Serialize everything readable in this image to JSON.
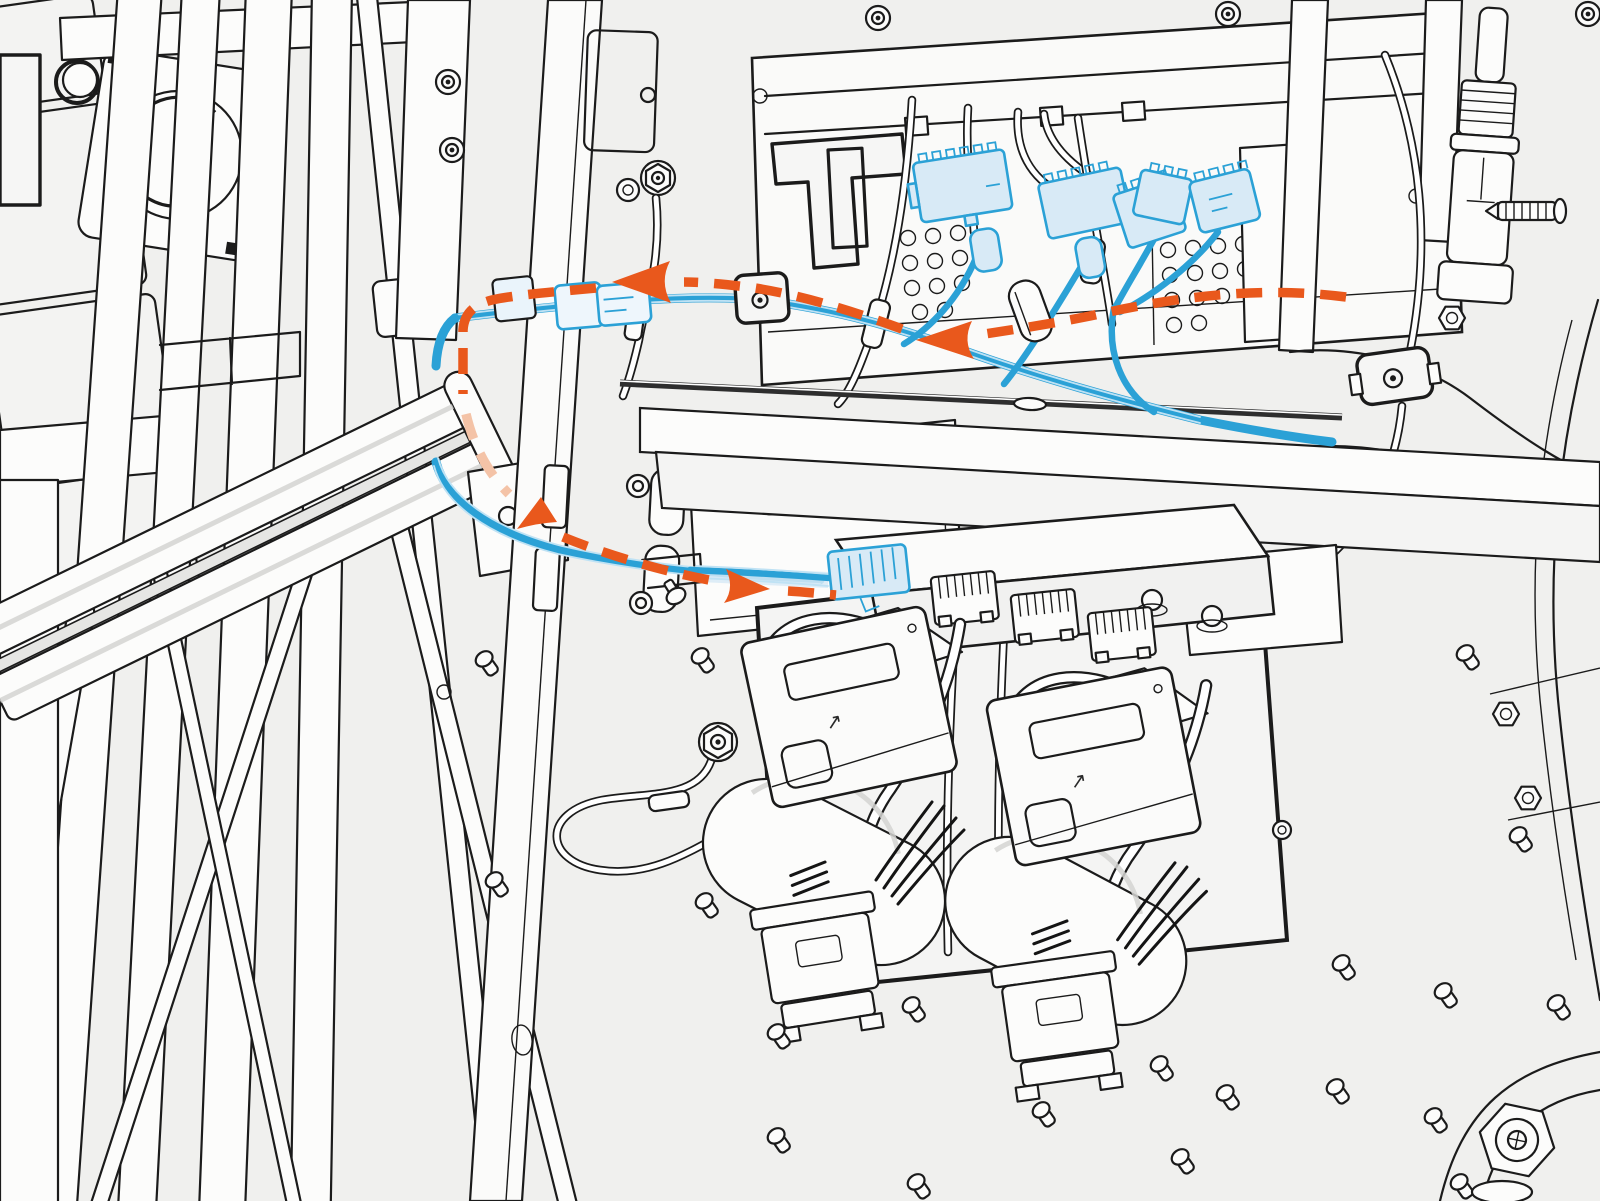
{
  "diagram": {
    "title": "Wire harness routing illustration",
    "type": "technical-line-art",
    "colors": {
      "bg": "#f0f0ee",
      "line": "#1b1b1b",
      "blue": "#2ba1d6",
      "bluefill": "#d8eaf6",
      "bluelight": "#bfe2f4",
      "orange": "#e9581c",
      "orangefaded": "#f4c3a7"
    },
    "glyphs": {
      "control_box_label": "↗"
    },
    "route": {
      "style": "dashed",
      "color_key": "orange",
      "arrowheads": 4,
      "description": "Harness routed from right panel, left along cross rail, down behind the crossbeam, then right to the terminal plug"
    },
    "highlight_parts": [
      "wire-harness",
      "harness-connectors",
      "terminal-plug",
      "cable-clips"
    ],
    "parts": [
      "frame-tubes",
      "cooling-fan",
      "aluminum-crossbeam",
      "door-column",
      "door-hinge",
      "ground-stud",
      "ground-strap",
      "electronics-panel",
      "perforated-grille",
      "harness-connector-1",
      "harness-connector-2",
      "harness-connector-3",
      "harness-connector-4",
      "power-distribution-box",
      "terminal-plug",
      "pump-assembly-left",
      "pump-assembly-right",
      "solenoid-valve-left",
      "solenoid-valve-right",
      "valve-fitting",
      "cable-clamp",
      "panel-rivets",
      "hex-bolt",
      "routing-path"
    ]
  }
}
